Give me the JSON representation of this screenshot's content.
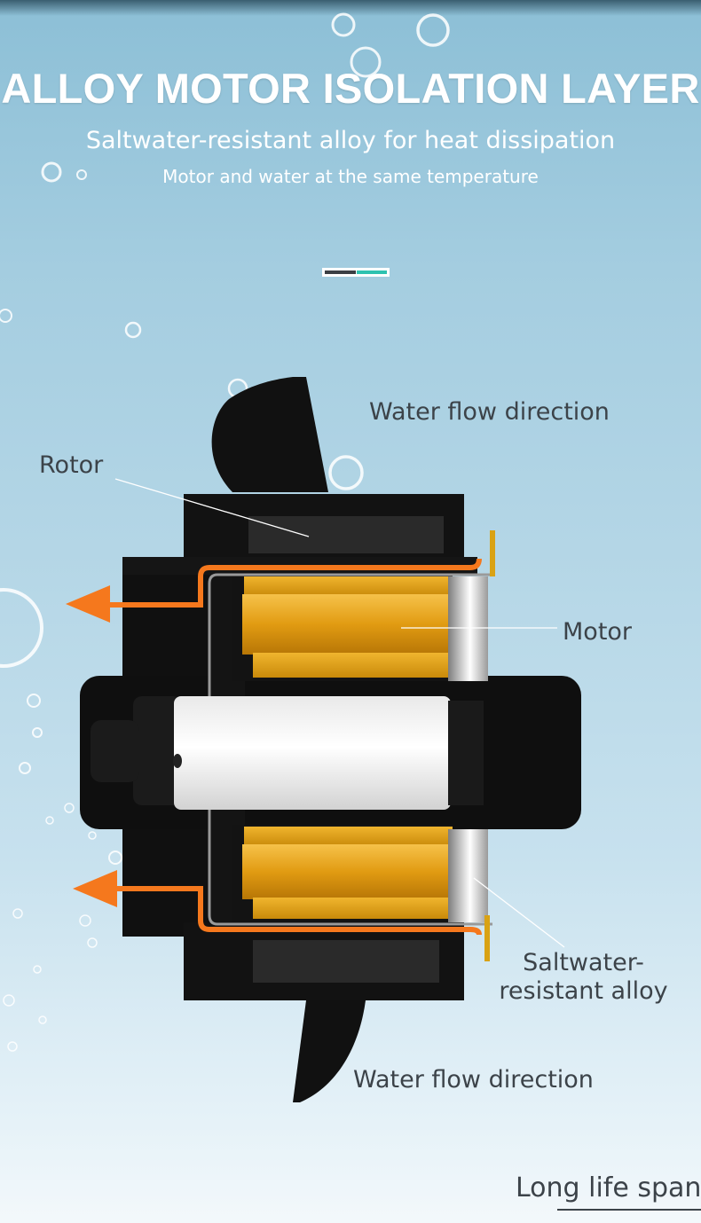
{
  "header": {
    "title": "ALLOY MOTOR ISOLATION LAYER",
    "subtitle": "Saltwater-resistant alloy for heat dissipation",
    "caption": "Motor and water at the same temperature"
  },
  "diagram": {
    "labels": {
      "water_flow_top": "Water flow direction",
      "rotor": "Rotor",
      "motor": "Motor",
      "alloy": "Saltwater-resistant alloy",
      "water_flow_bottom": "Water flow direction"
    }
  },
  "footer": {
    "tagline": "Long life span"
  },
  "colors": {
    "flow_arrow": "#f5781d",
    "housing": "#111111",
    "motor_coil": "#e5a415",
    "divider_dark": "#3b3f44",
    "divider_teal": "#2ec2b0"
  }
}
